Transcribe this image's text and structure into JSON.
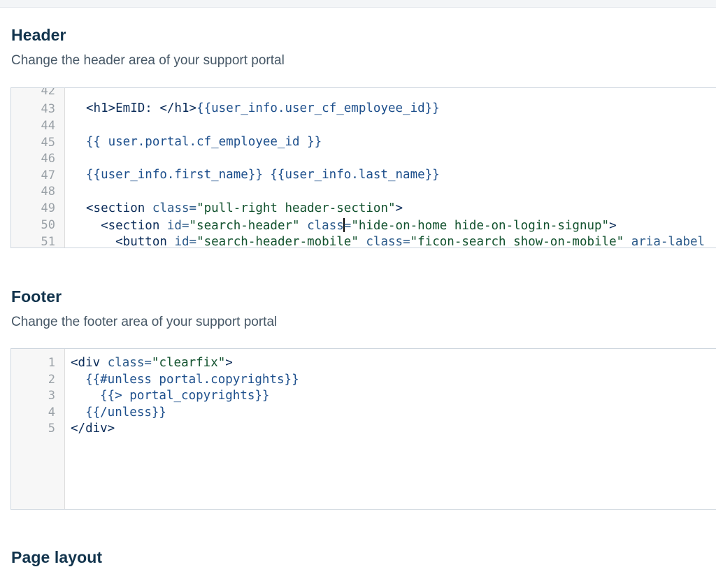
{
  "header_section": {
    "title": "Header",
    "description": "Change the header area of your support portal",
    "editor": {
      "line_numbers": [
        "42",
        "43",
        "44",
        "45",
        "46",
        "47",
        "48",
        "49",
        "50",
        "51"
      ],
      "lines": {
        "l43_tag": "<h1>EmID: </h1>",
        "l43_tpl": "{{user_info.user_cf_employee_id}}",
        "l45_tpl": "{{ user.portal.cf_employee_id }}",
        "l47_tpl": "{{user_info.first_name}} {{user_info.last_name}}",
        "l49_open": "<section",
        "l49_attr": " class=",
        "l49_str": "\"pull-right header-section\"",
        "l49_close": ">",
        "l50_open": "  <section",
        "l50_attr1": " id=",
        "l50_str1": "\"search-header\"",
        "l50_attr2a": " class",
        "l50_attr2b": "=",
        "l50_str2": "\"hide-on-home hide-on-login-signup\"",
        "l50_close": ">",
        "l51_open": "    <button",
        "l51_attr1": " id=",
        "l51_str1": "\"search-header-mobile\"",
        "l51_attr2": " class=",
        "l51_str2": "\"ficon-search show-on-mobile\"",
        "l51_attr3": " aria-label"
      }
    }
  },
  "footer_section": {
    "title": "Footer",
    "description": "Change the footer area of your support portal",
    "editor": {
      "line_numbers": [
        "1",
        "2",
        "3",
        "4",
        "5"
      ],
      "lines": {
        "l1_open": "<div",
        "l1_attr": " class=",
        "l1_str": "\"clearfix\"",
        "l1_close": ">",
        "l2": "  {{#unless portal.copyrights}}",
        "l3": "    {{> portal_copyrights}}",
        "l4": "  {{/unless}}",
        "l5": "</div>"
      }
    }
  },
  "page_layout_section": {
    "title": "Page layout"
  }
}
